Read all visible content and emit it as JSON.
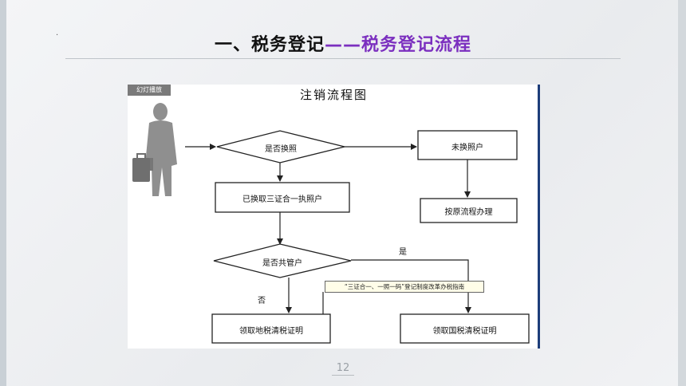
{
  "slide": {
    "title_main": "一、税务登记",
    "title_dash": "——",
    "title_sub": "税务登记流程",
    "page_number": "12"
  },
  "diagram": {
    "tab_label": "幻灯播放",
    "title": "注销流程图",
    "nodes": {
      "decision_1": "是否换照",
      "not_changed": "未换照户",
      "changed": "已换取三证合一执照户",
      "original_process": "按原流程办理",
      "decision_2": "是否共管户",
      "local_tax": "领取地税清税证明",
      "state_tax": "领取国税清税证明"
    },
    "edge_labels": {
      "yes": "是",
      "no": "否"
    },
    "note": "“三证合一、一照一码”登记制度改革办税指南"
  }
}
